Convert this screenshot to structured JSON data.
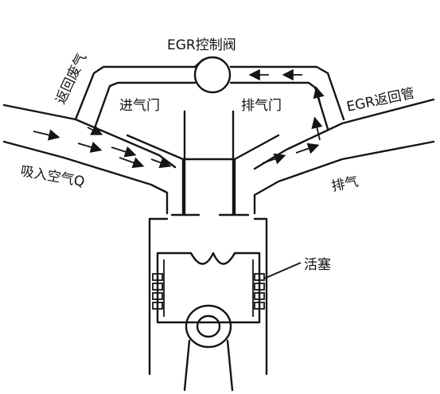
{
  "labels": {
    "egr_valve": "EGR控制阀",
    "exhaust_return": "返回废气",
    "egr_return_pipe": "EGR返回管",
    "intake_valve": "进气门",
    "exhaust_valve": "排气门",
    "intake_air": "吸入空气Q",
    "exhaust": "排气",
    "piston": "活塞"
  },
  "colors": {
    "line": "#151515",
    "background": "#ffffff"
  }
}
